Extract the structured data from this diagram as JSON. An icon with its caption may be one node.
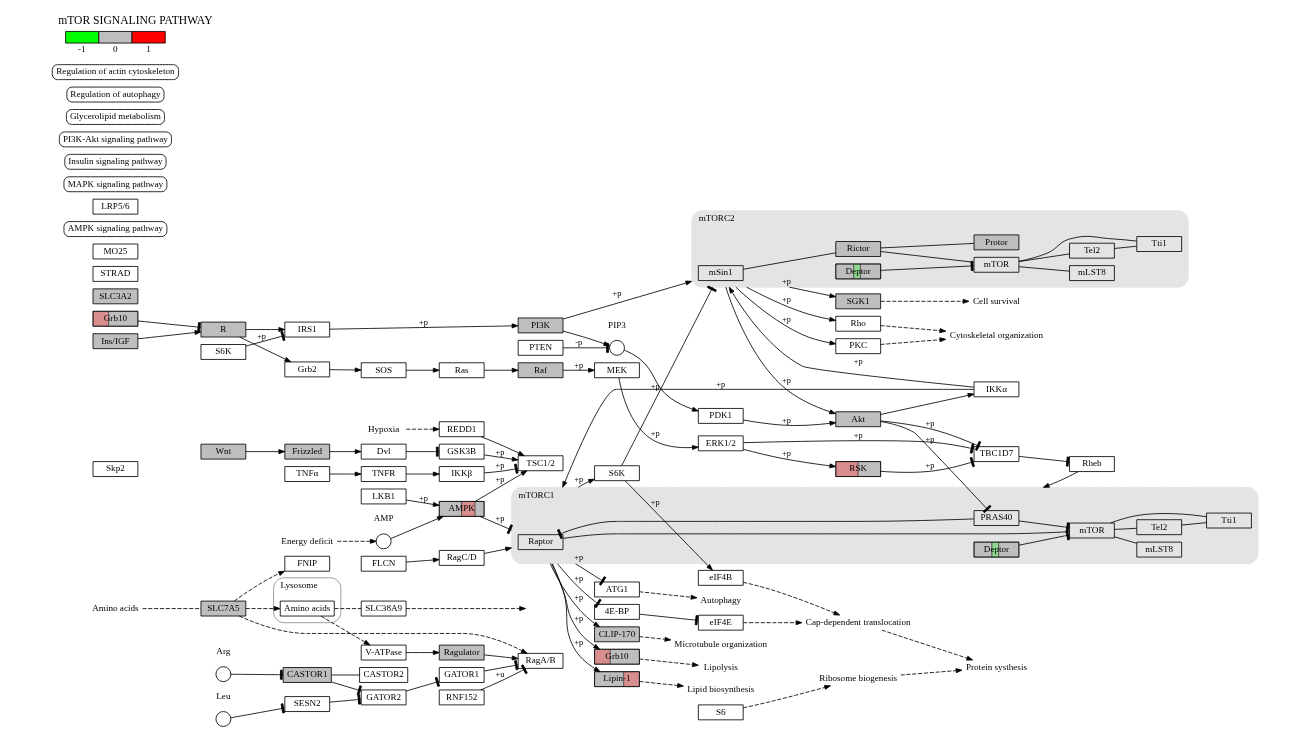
{
  "diagram": {
    "title": "mTOR SIGNALING PATHWAY",
    "nodes": [
      {
        "text": [],
        "shape": "circle",
        "beside": [
          "Leu"
        ]
      },
      {
        "text": [],
        "shape": "circle",
        "beside": [
          "Arg"
        ]
      },
      {
        "text": [
          "SESN2"
        ]
      },
      {
        "text": [
          "CASTOR1"
        ]
      },
      {
        "text": [
          "CASTOR2"
        ]
      },
      {
        "text": [
          "GATOR2"
        ]
      },
      {
        "text": [
          "GATOR1"
        ]
      },
      {
        "text": [
          "Skp2"
        ]
      },
      {
        "text": [
          "RNF152"
        ]
      },
      {
        "text": [
          "Lysosome"
        ]
      },
      {
        "text": [
          "Amino acids"
        ],
        "in": 9
      },
      {
        "text": [
          "SLC38A9"
        ]
      },
      {
        "text": [
          "V-ATPase"
        ]
      },
      {
        "text": [
          "Ragulator"
        ]
      },
      {
        "text": [
          "RagA/B"
        ]
      },
      {
        "text": [
          "RagC/D"
        ]
      },
      {
        "text": [
          "FNIP"
        ]
      },
      {
        "text": [
          "FLCN"
        ]
      },
      {
        "text": [
          "Amino acids"
        ]
      },
      {
        "text": [
          "SLC7A5"
        ]
      },
      {
        "text": [
          "SLC3A2"
        ]
      },
      {
        "text": [
          "STRAD"
        ]
      },
      {
        "text": [
          "LKB1"
        ]
      },
      {
        "text": [
          "MO25"
        ]
      },
      {
        "text": [
          "Energy deficit"
        ]
      },
      {
        "text": [],
        "shape": "circle",
        "beside": [
          "AMP"
        ]
      },
      {
        "text": [
          "AMPK"
        ]
      },
      {
        "text": [
          "AMPK signaling pathway"
        ]
      },
      {
        "text": [
          "Hypoxia"
        ]
      },
      {
        "text": [
          "REDD1"
        ]
      },
      {
        "text": [
          "Wnt"
        ]
      },
      {
        "text": [
          "Frizzled"
        ]
      },
      {
        "text": [
          "LRP5/6"
        ]
      },
      {
        "text": [
          "Dvl"
        ]
      },
      {
        "text": [
          "GSK3B"
        ]
      },
      {
        "text": [
          "TNFα"
        ]
      },
      {
        "text": [
          "TNFR"
        ]
      },
      {
        "text": [
          "IKKβ"
        ]
      },
      {
        "text": [
          "RSK"
        ]
      },
      {
        "text": [
          "ERK1/2"
        ]
      },
      {
        "text": [
          "MEK"
        ]
      },
      {
        "text": [
          "Raf"
        ]
      },
      {
        "text": [
          "Ras"
        ]
      },
      {
        "text": [
          "SOS"
        ]
      },
      {
        "text": [
          "Grb2"
        ]
      },
      {
        "text": [
          "Ins/IGF"
        ]
      },
      {
        "text": [
          "R"
        ]
      },
      {
        "text": [
          "Grb10"
        ]
      },
      {
        "text": [
          "IRS1"
        ]
      },
      {
        "text": [
          "S6K"
        ]
      },
      {
        "text": [
          "MAPK signaling pathway"
        ]
      },
      {
        "text": [
          "Insulin signaling pathway"
        ]
      },
      {
        "text": [
          "TSC1/2"
        ]
      },
      {
        "text": [
          "TBC1D7"
        ]
      },
      {
        "text": [
          "Rheb"
        ]
      },
      {
        "text": [
          "Akt"
        ]
      },
      {
        "text": [
          "PDK1"
        ]
      },
      {
        "text": [],
        "shape": "circle",
        "beside": [
          "PIP3"
        ]
      },
      {
        "text": [
          "PTEN"
        ]
      },
      {
        "text": [
          "PI3K"
        ]
      },
      {
        "text": [
          "PI3K-Akt signaling pathway"
        ]
      },
      {
        "text": [
          "IKKα"
        ]
      },
      {
        "text": [
          "mTORC1"
        ]
      },
      {
        "text": [
          "Raptor"
        ],
        "in": 62
      },
      {
        "text": [
          "PRAS40"
        ],
        "in": 62
      },
      {
        "text": [
          "mTOR"
        ],
        "in": 62
      },
      {
        "text": [
          "Deptor"
        ],
        "in": 62
      },
      {
        "text": [
          "mLST8"
        ],
        "in": 62
      },
      {
        "text": [
          "Tel2"
        ],
        "in": 62
      },
      {
        "text": [
          "Tti1"
        ],
        "in": 62
      },
      {
        "text": [
          "mTORC2"
        ]
      },
      {
        "text": [
          "mSin1"
        ],
        "in": 70
      },
      {
        "text": [
          "Rictor"
        ],
        "in": 70
      },
      {
        "text": [
          "Protor"
        ],
        "in": 70
      },
      {
        "text": [
          "mTOR"
        ],
        "in": 70
      },
      {
        "text": [
          "Deptor"
        ],
        "in": 70
      },
      {
        "text": [
          "mLST8"
        ],
        "in": 70
      },
      {
        "text": [
          "Tel2"
        ],
        "in": 70
      },
      {
        "text": [
          "Tti1"
        ],
        "in": 70
      },
      {
        "text": [
          "CLIP-170"
        ]
      },
      {
        "text": [
          "Grb10"
        ]
      },
      {
        "text": [
          "Lipin-1"
        ]
      },
      {
        "text": [
          "ATG1"
        ]
      },
      {
        "text": [
          "4E-BP"
        ]
      },
      {
        "text": [
          "eIF4E"
        ]
      },
      {
        "text": [
          "eIF4B"
        ]
      },
      {
        "text": [
          "S6"
        ]
      },
      {
        "text": [
          "S6K"
        ]
      },
      {
        "text": [
          "Rho"
        ]
      },
      {
        "text": [
          "PKC"
        ]
      },
      {
        "text": [
          "SGK1"
        ]
      },
      {
        "text": [
          "Microtubule organization"
        ]
      },
      {
        "text": [
          "Lipolysis"
        ]
      },
      {
        "text": [
          "Lipid biosynthesis"
        ]
      },
      {
        "text": [
          "Autophagy"
        ]
      },
      {
        "text": [
          "Cap-dependent translocation"
        ]
      },
      {
        "text": [
          "Ribosome biogenesis"
        ]
      },
      {
        "text": [
          "Protein systhesis"
        ]
      },
      {
        "text": [
          "Cytoskeletal organization"
        ]
      },
      {
        "text": [
          "Cell survival"
        ]
      },
      {
        "text": [
          "Glycerolipid metabolism"
        ]
      },
      {
        "text": [
          "Regulation of autophagy"
        ]
      },
      {
        "text": [
          "Regulation of actin cytoskeleton"
        ]
      }
    ],
    "edges": [
      {
        "from": 0,
        "to": 2,
        "arrow": "other"
      },
      {
        "from": 1,
        "to": 3,
        "arrow": "other"
      },
      {
        "from": 3,
        "to": 4,
        "arrow": "none"
      },
      {
        "from": 2,
        "to": 5,
        "arrow": "other"
      },
      {
        "from": 3,
        "to": 5,
        "arrow": "other"
      },
      {
        "from": 5,
        "to": 6,
        "arrow": "other"
      },
      {
        "from": 6,
        "to": 14,
        "arrow": "other"
      },
      {
        "from": 8,
        "to": 14,
        "arrow": "other",
        "label": "+u"
      },
      {
        "from": 18,
        "to": 19,
        "arrow": "none",
        "style": "dashed"
      },
      {
        "from": 19,
        "to": 10,
        "arrow": "to",
        "style": "dashed"
      },
      {
        "from": 19,
        "to": 14,
        "arrow": "to",
        "style": "dashed"
      },
      {
        "from": 19,
        "to": 16,
        "arrow": "to",
        "style": "dashed"
      },
      {
        "from": 10,
        "to": 11,
        "arrow": "none",
        "style": "dashed"
      },
      {
        "from": 10,
        "to": 12,
        "arrow": "to",
        "style": "dashed"
      },
      {
        "from": 11,
        "to": null,
        "arrow": "to",
        "style": "dashed"
      },
      {
        "from": 12,
        "to": 13,
        "arrow": "to"
      },
      {
        "from": 13,
        "to": 14,
        "arrow": "to"
      },
      {
        "from": 17,
        "to": 15,
        "arrow": "to"
      },
      {
        "from": 15,
        "to": 62,
        "arrow": "to"
      },
      {
        "from": 22,
        "to": 26,
        "arrow": "to",
        "label": "+p"
      },
      {
        "from": 24,
        "to": 25,
        "arrow": "to",
        "style": "dashed"
      },
      {
        "from": 25,
        "to": 26,
        "arrow": "to"
      },
      {
        "from": 28,
        "to": 29,
        "arrow": "to",
        "style": "dashed"
      },
      {
        "from": 30,
        "to": 31,
        "arrow": "to"
      },
      {
        "from": 31,
        "to": 33,
        "arrow": "to"
      },
      {
        "from": 33,
        "to": 34,
        "arrow": "other"
      },
      {
        "from": 35,
        "to": 36,
        "arrow": "to"
      },
      {
        "from": 36,
        "to": 37,
        "arrow": "to"
      },
      {
        "from": 26,
        "to": 52,
        "arrow": "to",
        "label": "+p"
      },
      {
        "from": 26,
        "to": 62,
        "arrow": "other",
        "label": "+p"
      },
      {
        "from": 29,
        "to": 52,
        "arrow": "to"
      },
      {
        "from": 34,
        "to": 52,
        "arrow": "to",
        "label": "+p"
      },
      {
        "from": 37,
        "to": 52,
        "arrow": "other",
        "label": "+p"
      },
      {
        "from": 38,
        "to": 53,
        "arrow": "other",
        "label": "+p"
      },
      {
        "from": 39,
        "to": 53,
        "arrow": "other",
        "label": "+p"
      },
      {
        "from": 39,
        "to": 38,
        "arrow": "to",
        "label": "+p"
      },
      {
        "from": 40,
        "to": 39,
        "arrow": "to",
        "label": "+p"
      },
      {
        "from": 41,
        "to": 40,
        "arrow": "to",
        "label": "+p"
      },
      {
        "from": 42,
        "to": 41,
        "arrow": "to"
      },
      {
        "from": 43,
        "to": 42,
        "arrow": "to"
      },
      {
        "from": 44,
        "to": 43,
        "arrow": "to"
      },
      {
        "from": 46,
        "to": 44,
        "arrow": "to"
      },
      {
        "from": 45,
        "to": 46,
        "arrow": "to"
      },
      {
        "from": 46,
        "to": 48,
        "arrow": "to"
      },
      {
        "from": 47,
        "to": 46,
        "arrow": "other"
      },
      {
        "from": 49,
        "to": 48,
        "arrow": "other",
        "label": "+p"
      },
      {
        "from": 48,
        "to": 59,
        "arrow": "to",
        "label": "+p"
      },
      {
        "from": 59,
        "to": 57,
        "arrow": "to"
      },
      {
        "from": 58,
        "to": 57,
        "arrow": "other",
        "label": "-p"
      },
      {
        "from": 57,
        "to": 56,
        "arrow": "to"
      },
      {
        "from": 56,
        "to": 55,
        "arrow": "to",
        "label": "+p"
      },
      {
        "from": 55,
        "to": 53,
        "arrow": "other",
        "label": "+p"
      },
      {
        "from": 53,
        "to": 54,
        "arrow": "other"
      },
      {
        "from": 54,
        "to": 62,
        "arrow": "to"
      },
      {
        "from": 55,
        "to": 64,
        "arrow": "other",
        "label": "+p"
      },
      {
        "from": 55,
        "to": 61,
        "arrow": "to"
      },
      {
        "from": 61,
        "to": 62,
        "arrow": "to",
        "label": "+p"
      },
      {
        "from": 61,
        "to": 70,
        "arrow": "to",
        "label": "+p"
      },
      {
        "from": 70,
        "to": 55,
        "arrow": "to",
        "label": "+p"
      },
      {
        "from": 59,
        "to": 70,
        "arrow": "to",
        "label": "+p"
      },
      {
        "from": 63,
        "to": 65,
        "arrow": "none"
      },
      {
        "from": 64,
        "to": 63,
        "arrow": "other"
      },
      {
        "from": 64,
        "to": 65,
        "arrow": "other"
      },
      {
        "from": 66,
        "to": 65,
        "arrow": "other"
      },
      {
        "from": 65,
        "to": 67,
        "arrow": "none"
      },
      {
        "from": 65,
        "to": 68,
        "arrow": "none"
      },
      {
        "from": 65,
        "to": 69,
        "arrow": "none"
      },
      {
        "from": 68,
        "to": 69,
        "arrow": "none"
      },
      {
        "from": 71,
        "to": 72,
        "arrow": "none"
      },
      {
        "from": 72,
        "to": 73,
        "arrow": "none"
      },
      {
        "from": 72,
        "to": 74,
        "arrow": "none"
      },
      {
        "from": 75,
        "to": 74,
        "arrow": "other"
      },
      {
        "from": 74,
        "to": 76,
        "arrow": "none"
      },
      {
        "from": 74,
        "to": 77,
        "arrow": "none"
      },
      {
        "from": 74,
        "to": 78,
        "arrow": "none"
      },
      {
        "from": 77,
        "to": 78,
        "arrow": "none"
      },
      {
        "from": 62,
        "to": 79,
        "arrow": "to",
        "label": "+p"
      },
      {
        "from": 62,
        "to": 80,
        "arrow": "to",
        "label": "+p"
      },
      {
        "from": 62,
        "to": 81,
        "arrow": "to",
        "label": "+p"
      },
      {
        "from": 62,
        "to": 82,
        "arrow": "other",
        "label": "+p"
      },
      {
        "from": 62,
        "to": 83,
        "arrow": "other",
        "label": "+p"
      },
      {
        "from": 62,
        "to": 87,
        "arrow": "to",
        "label": "+p"
      },
      {
        "from": 83,
        "to": 84,
        "arrow": "other"
      },
      {
        "from": 87,
        "to": 85,
        "arrow": "to",
        "label": "+p"
      },
      {
        "from": 87,
        "to": 70,
        "arrow": "other",
        "label": "+p"
      },
      {
        "from": 79,
        "to": 91,
        "arrow": "to",
        "style": "dashed"
      },
      {
        "from": 80,
        "to": 92,
        "arrow": "to",
        "style": "dashed"
      },
      {
        "from": 81,
        "to": 93,
        "arrow": "to",
        "style": "dashed"
      },
      {
        "from": 82,
        "to": 94,
        "arrow": "to",
        "style": "dashed"
      },
      {
        "from": 84,
        "to": 95,
        "arrow": "to",
        "style": "dashed"
      },
      {
        "from": 85,
        "to": 95,
        "arrow": "to",
        "style": "dashed"
      },
      {
        "from": 86,
        "to": 96,
        "arrow": "to",
        "style": "dashed"
      },
      {
        "from": 95,
        "to": 97,
        "arrow": "to",
        "style": "dashed"
      },
      {
        "from": 96,
        "to": 97,
        "arrow": "to",
        "style": "dashed"
      },
      {
        "from": 70,
        "to": 88,
        "arrow": "to",
        "label": "+p"
      },
      {
        "from": 70,
        "to": 89,
        "arrow": "to",
        "label": "+p"
      },
      {
        "from": 70,
        "to": 90,
        "arrow": "to",
        "label": "+p"
      },
      {
        "from": 88,
        "to": 98,
        "arrow": "to",
        "style": "dashed"
      },
      {
        "from": 89,
        "to": 98,
        "arrow": "to",
        "style": "dashed"
      },
      {
        "from": 90,
        "to": 99,
        "arrow": "to",
        "style": "dashed"
      }
    ],
    "legend": [
      {
        "text": "-1",
        "color": "#00ff00"
      },
      {
        "text": "0",
        "color": "#bebebe"
      },
      {
        "text": "1",
        "color": "#ff0000"
      }
    ]
  }
}
